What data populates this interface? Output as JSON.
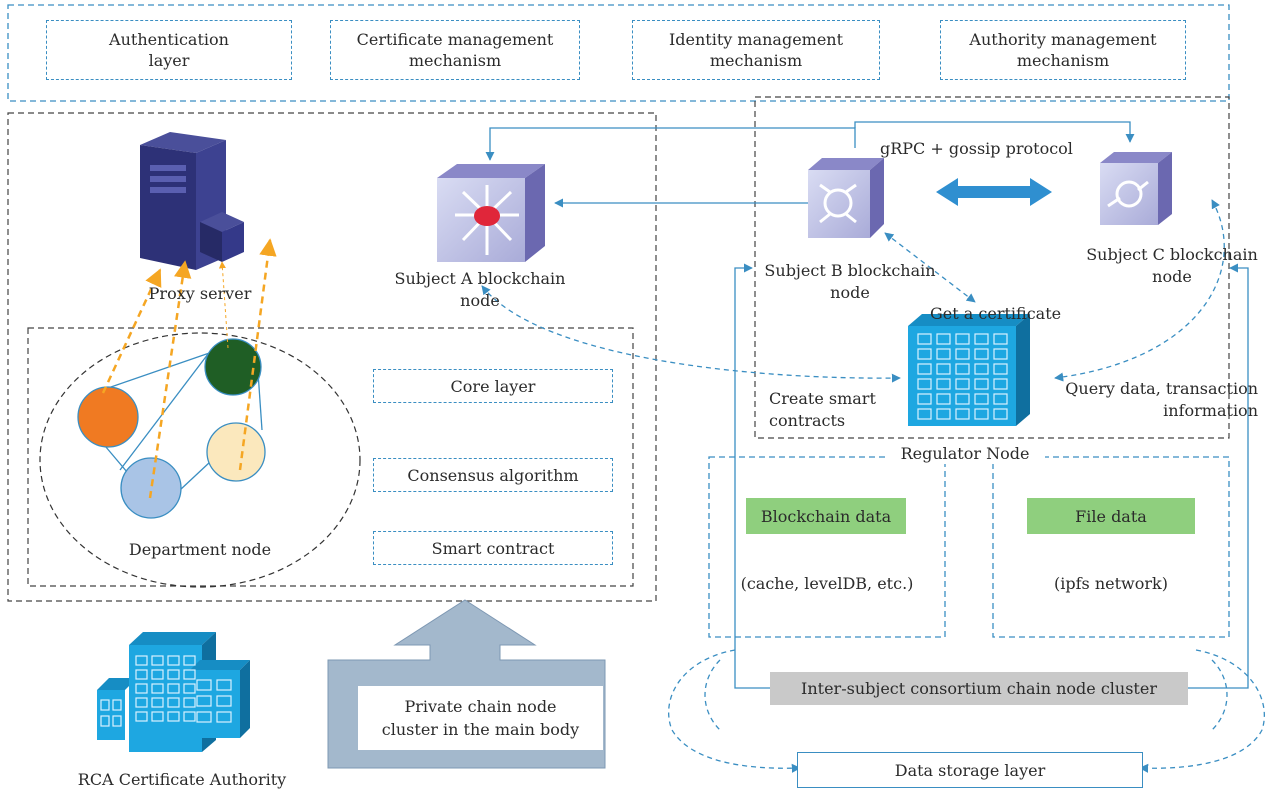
{
  "top_layer": {
    "items": [
      "Authentication layer",
      "Certificate management mechanism",
      "Identity management mechanism",
      "Authority management mechanism"
    ],
    "items_lines": [
      [
        "Authentication",
        "layer"
      ],
      [
        "Certificate management",
        "mechanism"
      ],
      [
        "Identity management",
        "mechanism"
      ],
      [
        "Authority management",
        "mechanism"
      ]
    ]
  },
  "private_cluster": {
    "proxy_server": "Proxy server",
    "department_node": "Department node",
    "subject_a": [
      "Subject A blockchain",
      "node"
    ],
    "layers": [
      "Core layer",
      "Consensus algorithm",
      "Smart contract"
    ]
  },
  "consortium": {
    "protocol": "gRPC + gossip protocol",
    "subject_b": [
      "Subject B blockchain",
      "node"
    ],
    "subject_c": [
      "Subject C blockchain",
      "node"
    ],
    "get_certificate": "Get a certificate",
    "create_contracts": [
      "Create smart",
      "contracts"
    ],
    "query_data": [
      "Query data, transaction",
      "information"
    ],
    "regulator": "Regulator Node"
  },
  "storage": {
    "blockchain_data": "Blockchain data",
    "blockchain_note": "(cache, levelDB, etc.)",
    "file_data": "File data",
    "file_note": "(ipfs network)",
    "cluster_label": "Inter-subject consortium chain node cluster",
    "layer_label": "Data storage layer"
  },
  "rca": "RCA Certificate Authority",
  "arrow_box": [
    "Private chain node",
    "cluster in the main body"
  ],
  "colors": {
    "dash_blue": "#3a8ec2",
    "orange_arrow": "#f5a623",
    "building_blue": "#1ea7e1",
    "green_fill": "#8fcf7e",
    "grey_fill": "#c9c9c9",
    "arrow_fill": "#a3b8cc"
  }
}
